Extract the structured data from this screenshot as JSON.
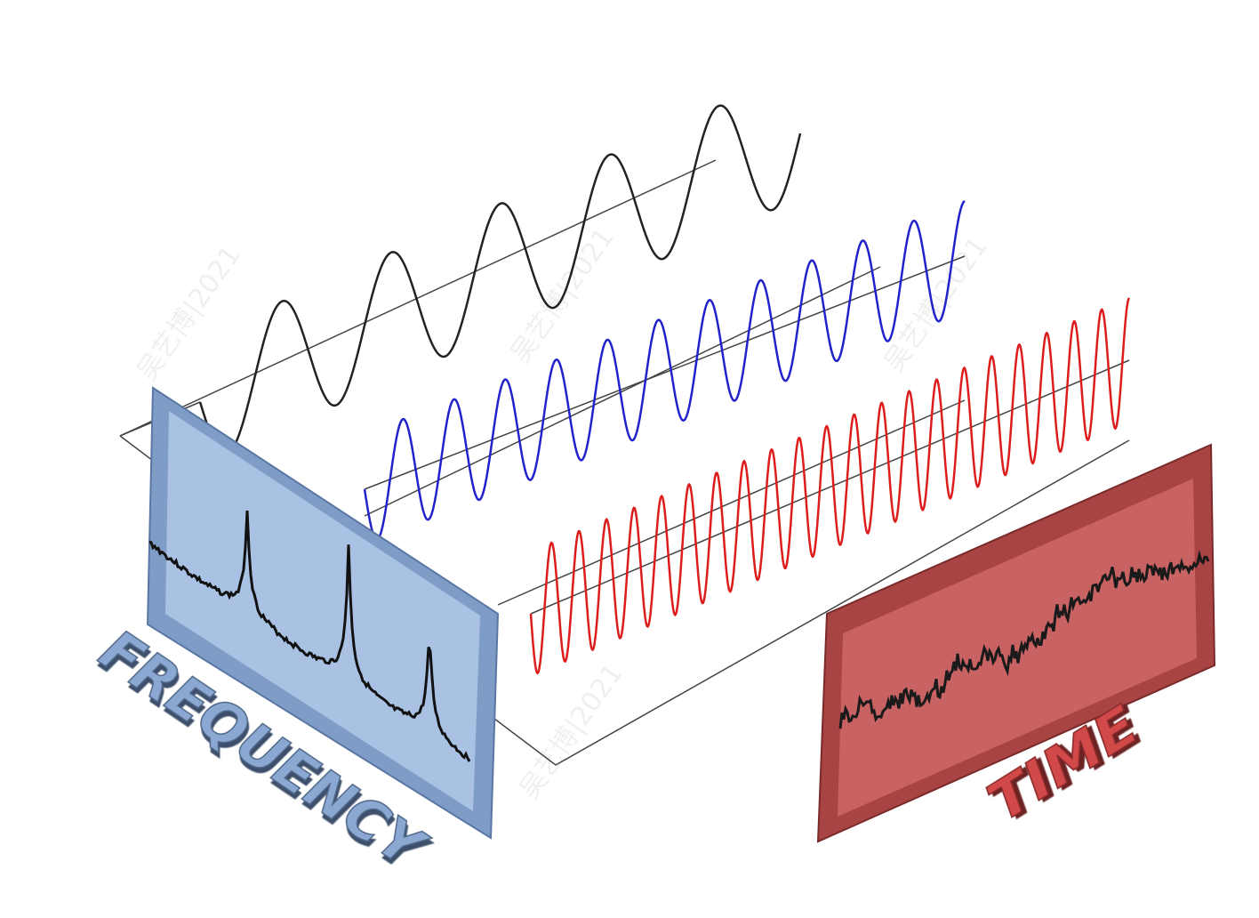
{
  "diagram": {
    "title": "Frequency vs time domain decomposition",
    "labels": {
      "frequency": "FREQUENCY",
      "time": "TIME"
    },
    "watermark": "吴艺博|2021",
    "waves": [
      {
        "name": "low-frequency",
        "color": "#222222",
        "cycles": 5.5
      },
      {
        "name": "mid-frequency",
        "color": "#2222cc",
        "cycles": 11.75
      },
      {
        "name": "high-frequency",
        "color": "#dd1c1c",
        "cycles": 21.75
      }
    ],
    "colors": {
      "frequency_panel": "#9bb6dc",
      "time_panel": "#c25a5a",
      "frequency_text": "#7e9cc8",
      "time_text": "#c93c3c"
    },
    "frequency_peaks": 3
  }
}
